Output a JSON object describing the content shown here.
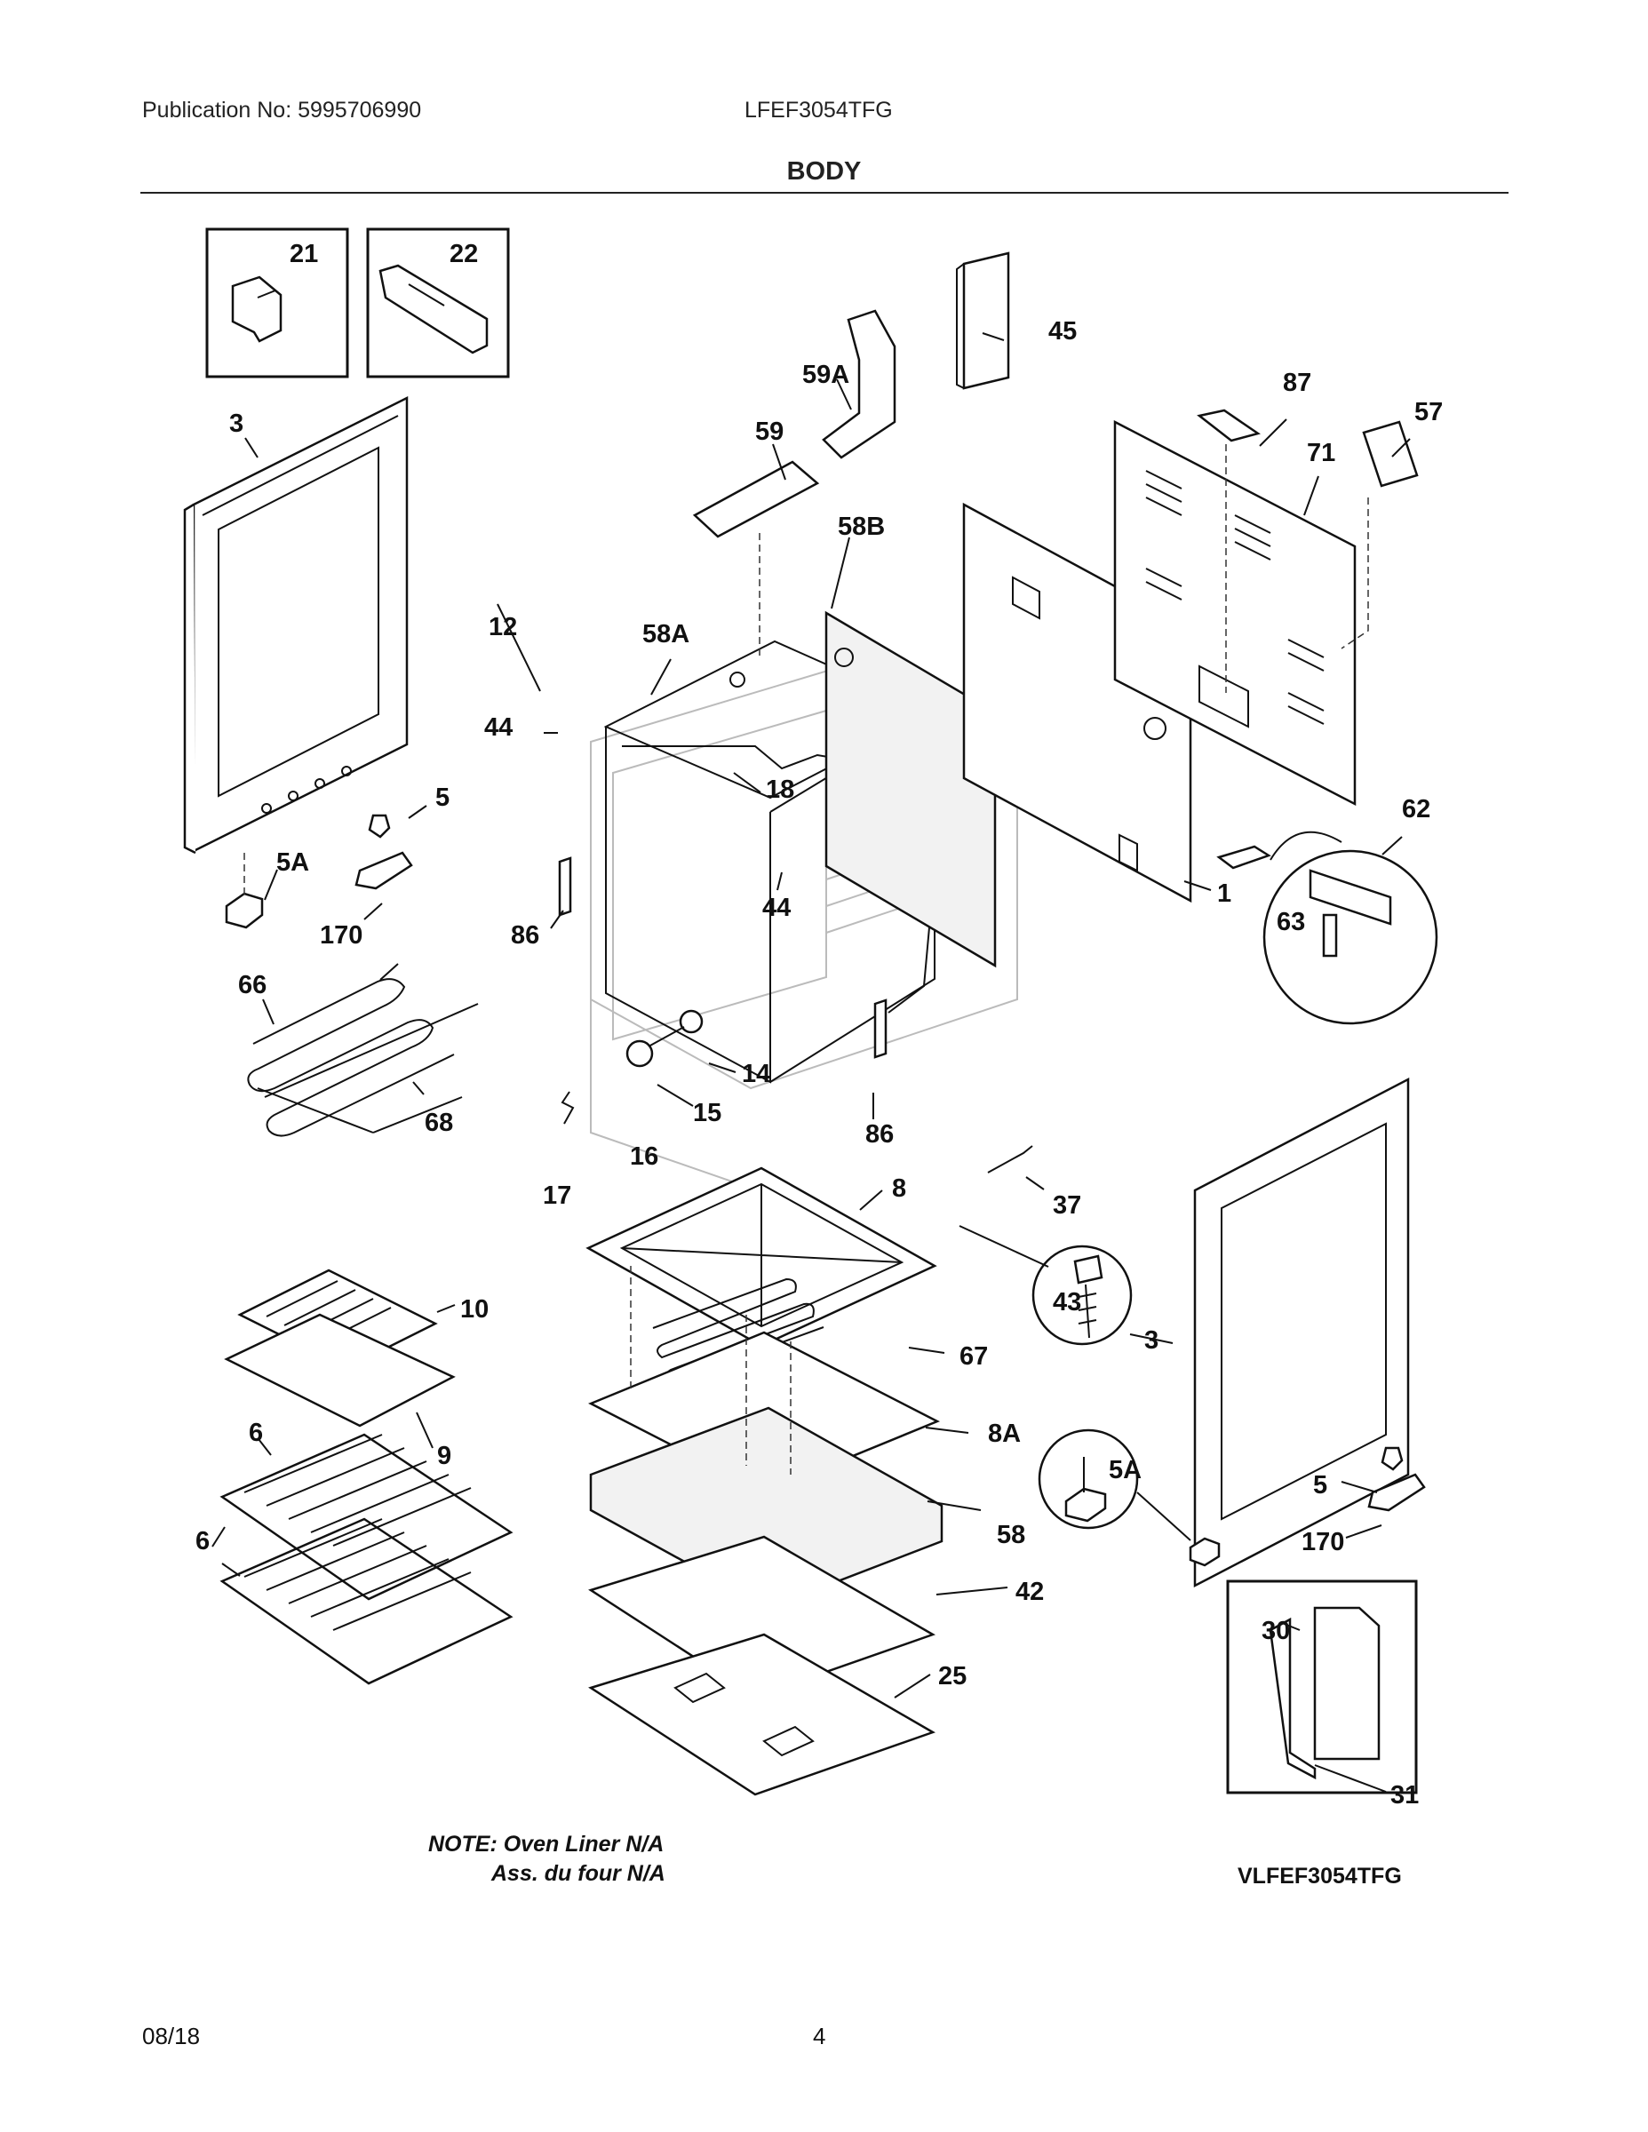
{
  "header": {
    "publication": "Publication No: 5995706990",
    "model": "LFEF3054TFG",
    "title": "BODY"
  },
  "callouts": {
    "c1": "1",
    "c3a": "3",
    "c3b": "3",
    "c5a": "5",
    "c5b": "5",
    "c5Aa": "5A",
    "c5Ab": "5A",
    "c6a": "6",
    "c6b": "6",
    "c8": "8",
    "c8A": "8A",
    "c9": "9",
    "c10": "10",
    "c12": "12",
    "c14": "14",
    "c15": "15",
    "c16": "16",
    "c17": "17",
    "c18": "18",
    "c21": "21",
    "c22": "22",
    "c25": "25",
    "c30": "30",
    "c31": "31",
    "c37": "37",
    "c42": "42",
    "c43": "43",
    "c44a": "44",
    "c44b": "44",
    "c45": "45",
    "c57": "57",
    "c58": "58",
    "c58A": "58A",
    "c58B": "58B",
    "c59": "59",
    "c59A": "59A",
    "c62": "62",
    "c63": "63",
    "c66": "66",
    "c67": "67",
    "c68": "68",
    "c71": "71",
    "c86a": "86",
    "c86b": "86",
    "c87": "87",
    "c170a": "170",
    "c170b": "170"
  },
  "notes": {
    "line1": "NOTE: Oven Liner N/A",
    "line2": "Ass. du four N/A"
  },
  "diagram_code": "VLFEF3054TFG",
  "footer": {
    "date": "08/18",
    "page": "4"
  }
}
